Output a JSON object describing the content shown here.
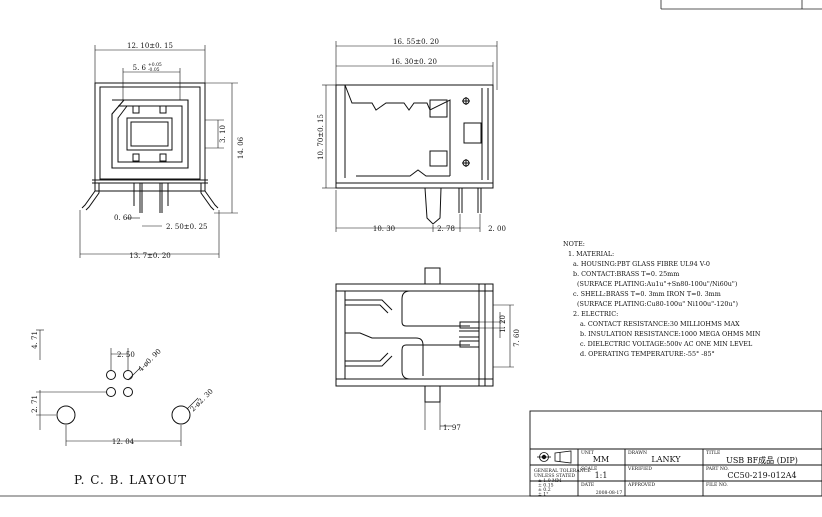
{
  "front_view": {
    "dims": {
      "overall_width": "12. 10±0. 15",
      "slot_width": "5. 6",
      "slot_tol_plus": "+0.05",
      "slot_tol_minus": "-0.05",
      "inner_height": "3. 10",
      "overall_height": "14. 06",
      "pin_width": "0. 60",
      "pin_pitch": "2. 50±0. 25",
      "leg_span": "13. 7±0. 20"
    }
  },
  "side_view": {
    "dims": {
      "total_length": "16. 55±0. 20",
      "body_length": "16. 30±0. 20",
      "body_height": "10. 70±0. 15",
      "leg_offset": "10. 30",
      "pin_offset_a": "2. 78",
      "pin_offset_b": "2. 00"
    }
  },
  "bottom_view": {
    "dims": {
      "pin_row_gap": "1. 20",
      "pin_row_span": "7. 60",
      "leg_width": "1. 97"
    }
  },
  "pcb_layout": {
    "title": "P. C. B. LAYOUT",
    "dims": {
      "height_a": "4. 71",
      "pin_pitch": "2. 50",
      "pin_hole": "4-ø0. 90",
      "height_b": "2. 71",
      "peg_hole": "2-ø2. 30",
      "peg_span": "12. 04"
    }
  },
  "notes": {
    "heading": "NOTE:",
    "lines": [
      "1. MATERIAL:",
      "a. HOUSING:PBT GLASS FIBRE UL94 V-0",
      "b. CONTACT:BRASS T=0. 25mm",
      "(SURFACE PLATING:Au1u\"+Sn80-100u\"/Ni60u\")",
      "c. SHELL:BRASS T=0. 3mm IRON T=0. 3mm",
      "(SURFACE PLATING:Cu80-100u\" Ni100u\"-120u\")",
      "2. ELECTRIC:",
      "a. CONTACT RESISTANCE:30 MILLIOHMS MAX",
      "b. INSULATION RESISTANCE:1000 MEGA OHMS MIN",
      "c. DIELECTRIC VOLTAGE:500v AC ONE MIN LEVEL",
      "d. OPERATING TEMPERATURE:-55°  -85°"
    ]
  },
  "title_block": {
    "unit_label": "UNIT",
    "unit_value": "MM",
    "drawn_label": "DRAWN",
    "drawn_value": "LANKY",
    "title_label": "TITLE",
    "title_value": "USB BF成品 (DIP)",
    "scale_label": "SCALE",
    "scale_value": "1:1",
    "verified_label": "VERIFIED",
    "part_no_label": "PART NO.",
    "part_no_value": "CC50-219-012A4",
    "date_label": "DATE",
    "date_value": "2008-08-17",
    "approved_label": "APPROVED",
    "file_no_label": "FILE NO.",
    "tolerance_lines": [
      "GENERAL TOLERANCE",
      "UNLESS STATED",
      "±  1.0 MM",
      "±  0.15",
      "±  0.2",
      "±  1°"
    ]
  }
}
